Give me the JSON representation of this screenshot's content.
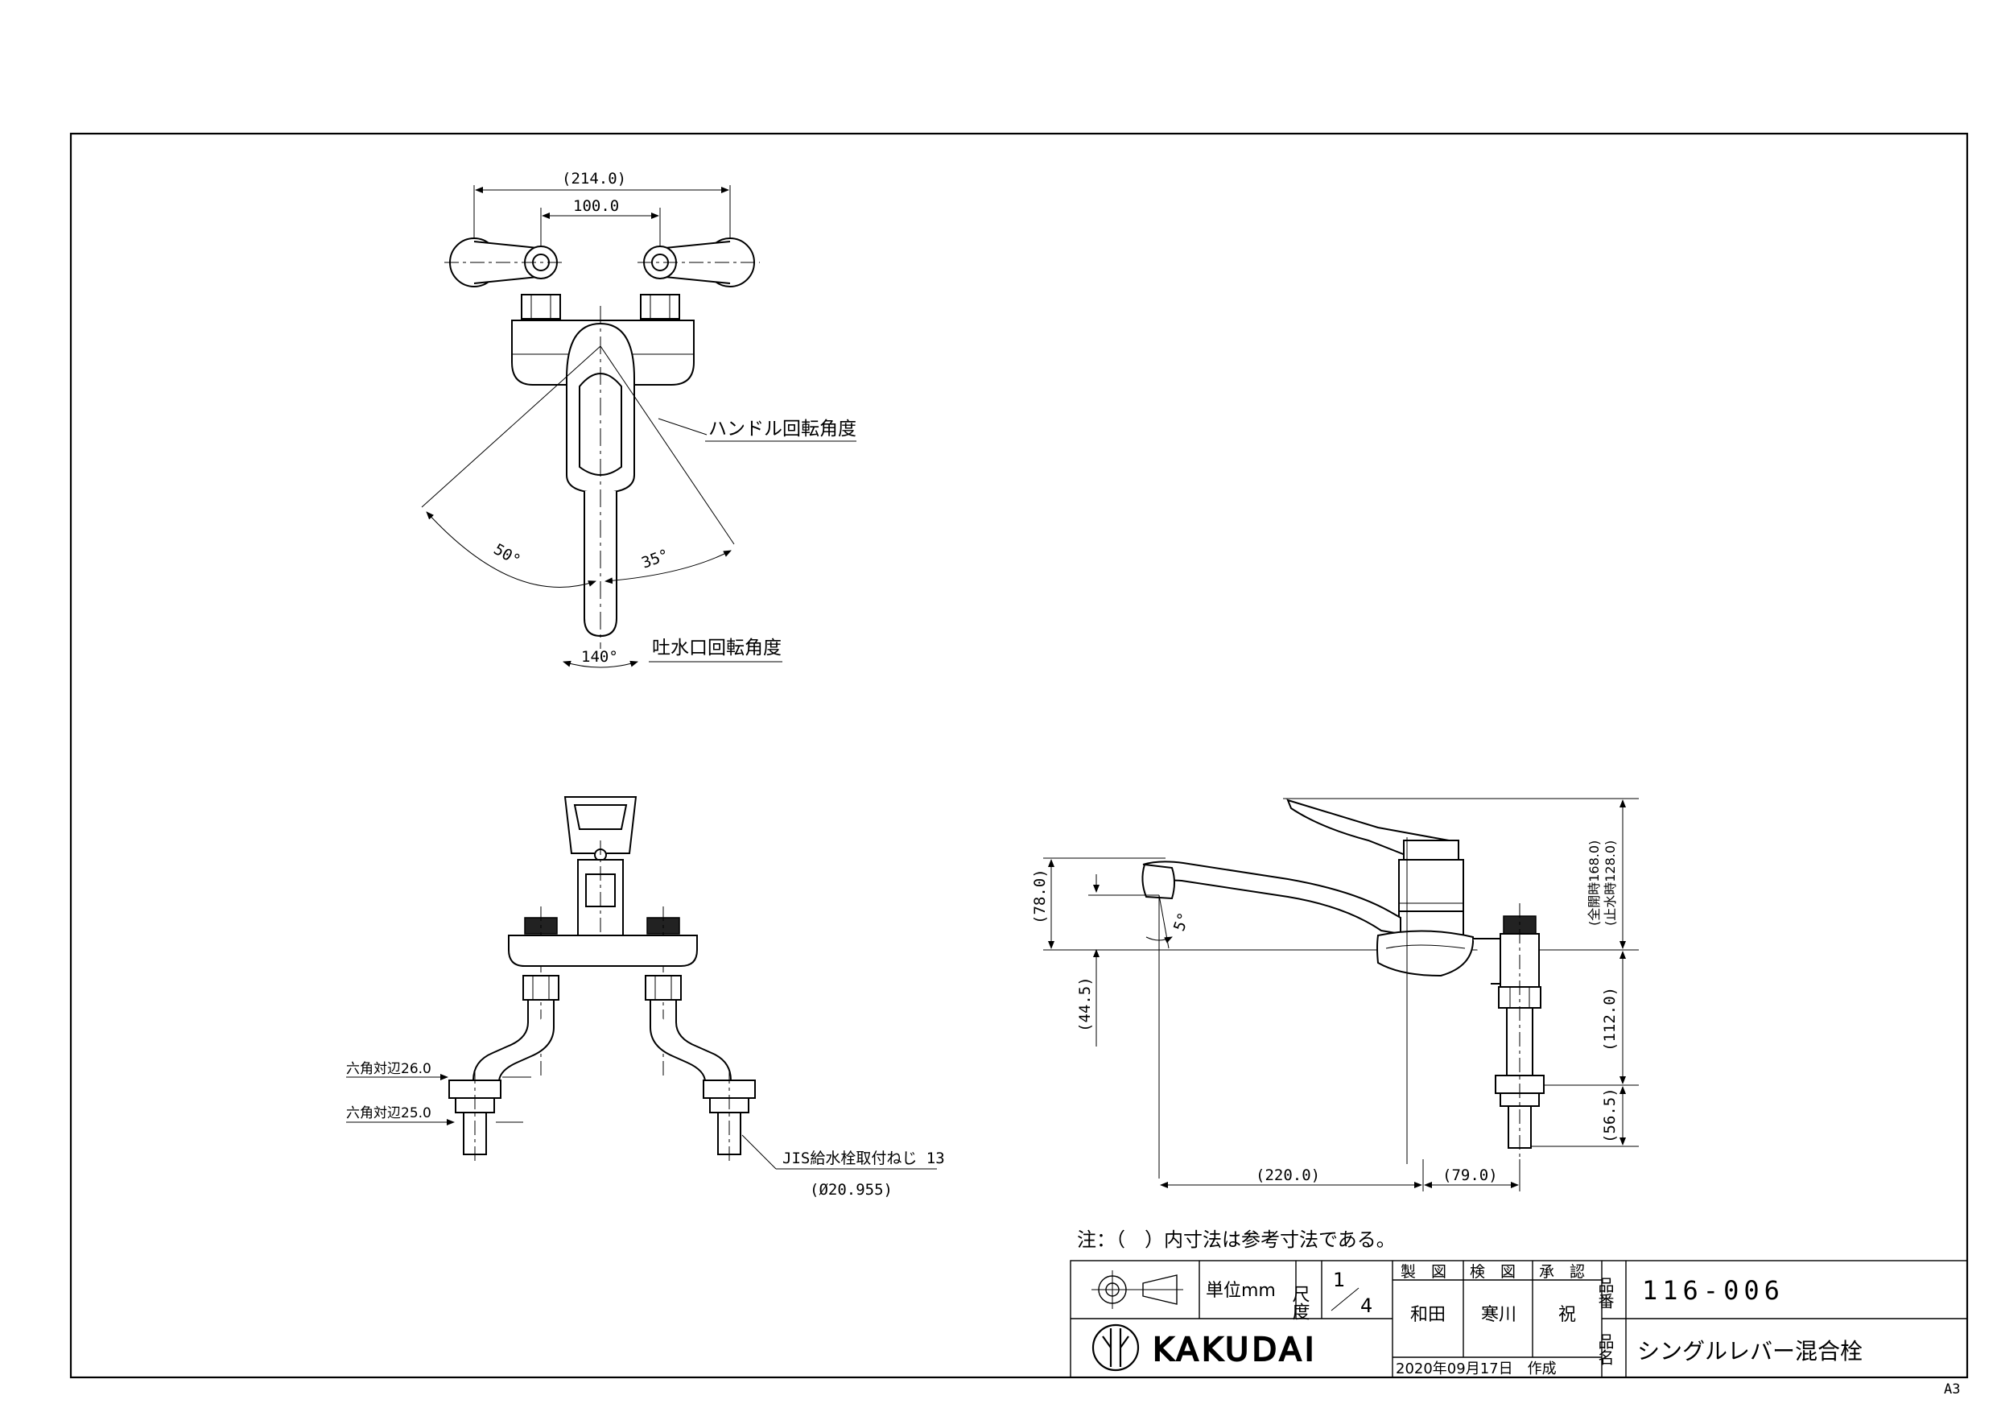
{
  "dims": {
    "d214": "(214.0)",
    "d100": "100.0",
    "handle_angle_label": "ハンドル回転角度",
    "a50": "50°",
    "a35": "35°",
    "a140": "140°",
    "spout_angle_label": "吐水口回転角度",
    "hex26": "六角対辺26.0",
    "hex25": "六角対辺25.0",
    "jis": "JIS給水栓取付ねじ 13",
    "phi": "(Ø20.955)",
    "d78": "(78.0)",
    "d44": "(44.5)",
    "a5": "5°",
    "d168": "(全開時168.0)",
    "d128": "(止水時128.0)",
    "d112": "(112.0)",
    "d56": "(56.5)",
    "d220": "(220.0)",
    "d79": "(79.0)"
  },
  "note": "注：（　）内寸法は参考寸法である。",
  "title_block": {
    "unit": "単位mm",
    "scale_label": "尺度",
    "scale_num": "1",
    "scale_den": "4",
    "made": "製　図",
    "checked": "検　図",
    "approved": "承　認",
    "made_name": "和田",
    "checked_name": "寒川",
    "approved_name": "祝",
    "date": "2020年09月17日　作成",
    "part_no_label": "品番",
    "part_no": "116-006",
    "name_label": "品名",
    "product_name": "シングルレバー混合栓",
    "brand": "KAKUDAI"
  },
  "sheet": "A3"
}
